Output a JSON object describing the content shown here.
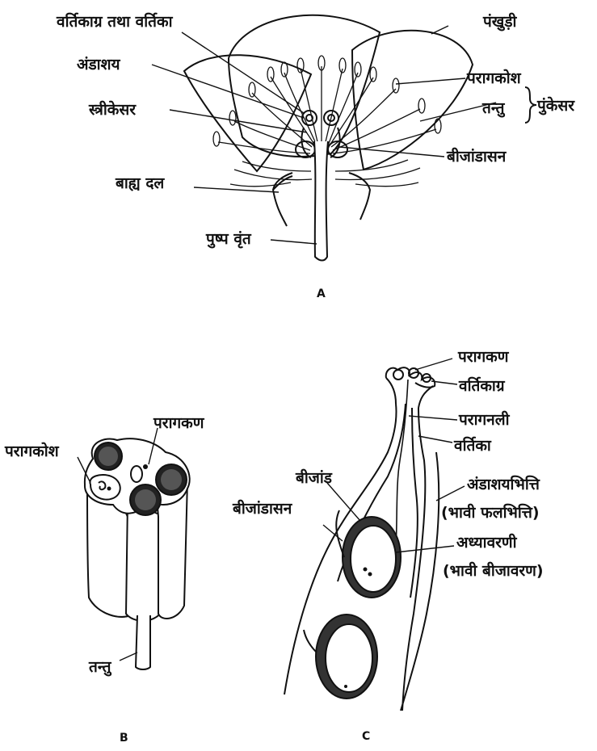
{
  "figure_a": {
    "caption": "A",
    "labels": {
      "stigma_style": "वर्तिकाग्र तथा वर्तिका",
      "petal": "पंखुड़ी",
      "ovary": "अंडाशय",
      "anther": "परागकोश",
      "filament": "तन्तु",
      "stamen": "पुंकेसर",
      "pistil": "स्त्रीकेसर",
      "receptacle": "बीजांडासन",
      "sepal": "बाह्य दल",
      "pedicel": "पुष्प वृंत"
    }
  },
  "figure_b": {
    "caption": "B",
    "labels": {
      "pollen_grain": "परागकण",
      "anther": "परागकोश",
      "filament": "तन्तु"
    }
  },
  "figure_c": {
    "caption": "C",
    "labels": {
      "pollen_grain": "परागकण",
      "stigma": "वर्तिकाग्र",
      "pollen_tube": "परागनली",
      "style": "वर्तिका",
      "ovary_wall": "अंडाशयभित्ति",
      "ovary_wall_note": "(भावी फलभित्ति)",
      "ovule": "बीजांड",
      "placenta": "बीजांडासन",
      "integument": "अध्यावरणी",
      "integument_note": "(भावी बीजावरण)"
    }
  }
}
